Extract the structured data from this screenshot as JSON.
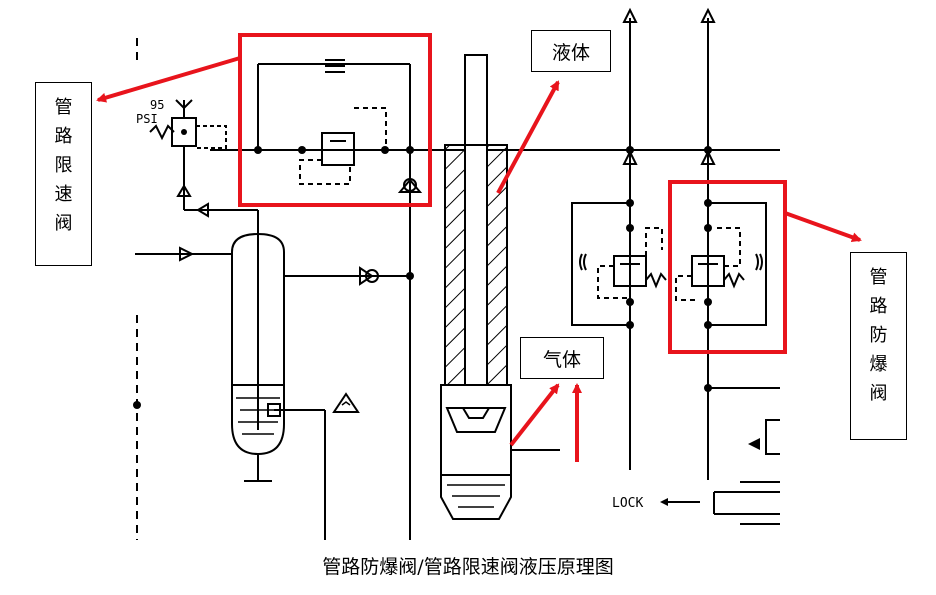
{
  "title": "管路防爆阀/管路限速阀液压原理图",
  "labels": {
    "left": [
      "管",
      "路",
      "限",
      "速",
      "阀"
    ],
    "right": [
      "管",
      "路",
      "防",
      "爆",
      "阀"
    ],
    "liquid": "液体",
    "gas": "气体"
  },
  "schematic_text": {
    "pressure_value": "95",
    "pressure_unit": "PSI",
    "lock": "LOCK"
  },
  "colors": {
    "highlight": "#e8141c",
    "line": "#000000"
  }
}
